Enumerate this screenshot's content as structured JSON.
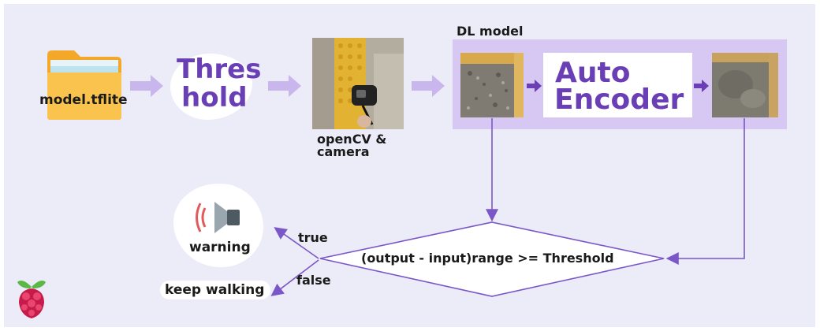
{
  "steps": {
    "model_file": "model.tflite",
    "threshold": {
      "line1": "Thres",
      "line2": "hold"
    },
    "capture": {
      "line1": "openCV &",
      "line2": "camera"
    }
  },
  "dl_model": {
    "title": "DL model",
    "autoencoder": {
      "line1": "Auto",
      "line2": "Encoder"
    }
  },
  "decision": {
    "condition": "(output - input)range >= Threshold",
    "true_label": "true",
    "false_label": "false"
  },
  "outcomes": {
    "warning": "warning",
    "keep_walking": "keep walking"
  },
  "icons": {
    "folder": "folder-icon",
    "speaker": "speaker-warning-icon",
    "raspberry": "raspberry-pi-logo"
  },
  "colors": {
    "background": "#ecebf8",
    "arrow": "#c9b6ec",
    "model_box": "#d6c8f2",
    "line": "#7a56c8",
    "accent_text": "#6a3fb5",
    "folder": "#f6b73c"
  }
}
